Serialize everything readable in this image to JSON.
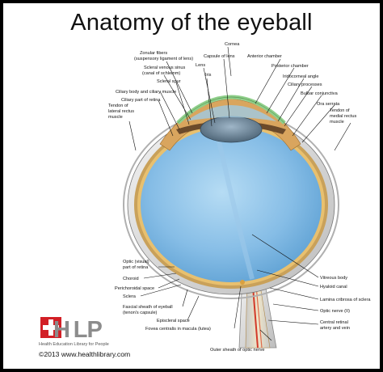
{
  "title": "Anatomy of the eyeball",
  "labels": {
    "cornea": "Cornea",
    "zonular_fibers": "Zonular fibers",
    "zonular_fibers_sub": "(suspensory ligament of lens)",
    "capsule_of_lens": "Capsule of lens",
    "anterior_chamber": "Anterior chamber",
    "lens": "Lens",
    "scleral_venous_sinus": "Scleral venous sinus",
    "scleral_venous_sinus_sub": "(canal of schlemm)",
    "posterior_chamber": "Posterior chamber",
    "scleral_spur": "Scleral spur",
    "iris": "Iris",
    "iridocorneal_angle": "Iridocorneal angle",
    "ciliary_body_muscle": "Ciliary body and ciliary muscle",
    "ciliary_processes": "Ciliary processes",
    "ciliary_part_retina": "Ciliary part of retina",
    "bulbar_conjunctiva": "Bulbar conjunctiva",
    "ora_serrata": "Ora serrata",
    "tendon_lateral_1": "Tendon of",
    "tendon_lateral_2": "lateral rectus",
    "tendon_lateral_3": "muscle",
    "tendon_medial_1": "Tendon of",
    "tendon_medial_2": "medial rectus",
    "tendon_medial_3": "muscle",
    "optic_part_retina_1": "Optic (visual)",
    "optic_part_retina_2": "part of retina",
    "choroid": "Choroid",
    "perichoroidal_space": "Perichoroidal space",
    "sclera": "Sclera",
    "fascial_sheath_1": "Fascial sheath of eyeball",
    "fascial_sheath_2": "(tenon's capsule)",
    "episcleral_space": "Episcleral space",
    "fovea_centralis": "Fovea centralis in macula (lutea)",
    "outer_sheath": "Outer sheath of optic nerve",
    "vitreous_body": "Vitreous body",
    "hyaloid_canal": "Hyaloid canal",
    "lamina_cribrosa": "Lamina cribrosa of sclera",
    "optic_nerve": "Optic nerve (II)",
    "central_retinal_1": "Central retinal",
    "central_retinal_2": "artery and vein"
  },
  "logo": {
    "text": "H LP",
    "tagline": "Health Education Library for People"
  },
  "copyright": "©2013 www.healthlibrary.com",
  "colors": {
    "vitreous": "#86bde6",
    "sclera": "#dcdcdc",
    "choroid": "#c9a15a",
    "retina": "#e8c06f",
    "logo_red": "#d21f26",
    "cornea": "#a8d8a0"
  }
}
